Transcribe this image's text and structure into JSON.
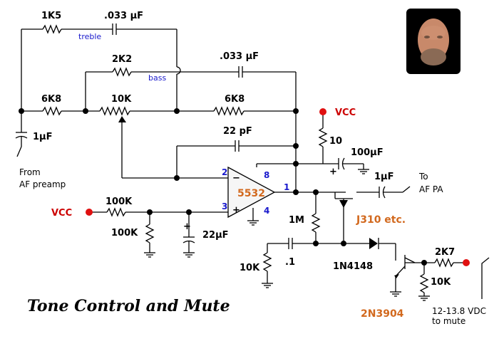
{
  "title": "Tone Control and Mute",
  "opamp": {
    "name": "5532",
    "pin_inv": "2",
    "pin_noninv": "3",
    "pin_out": "1",
    "pin_vplus": "8",
    "pin_vminus": "4",
    "minus_sign": "−",
    "plus_sign": "+"
  },
  "components": {
    "r_1k5": "1K5",
    "c_treble": ".033 µF",
    "treble_label": "treble",
    "r_2k2": "2K2",
    "bass_label": "bass",
    "c_bass": ".033 µF",
    "r_6k8_in": "6K8",
    "pot_10k": "10K",
    "r_6k8_fb": "6K8",
    "c_22pf": "22 pF",
    "c_input": "1µF",
    "r_vcc_bias": "100K",
    "r_gnd_bias": "100K",
    "c_22uf": "22µF",
    "r_10_supply": "10",
    "c_100uf": "100µF",
    "c_out": "1µF",
    "fet": "J310  etc.",
    "r_1m": "1M",
    "c_01": ".1",
    "r_10k_gnd": "10K",
    "diode": "1N4148",
    "transistor": "2N3904",
    "r_2k7": "2K7",
    "r_10k_mute": "10K"
  },
  "labels": {
    "vcc_top": "VCC",
    "vcc_left": "VCC",
    "from_line1": "From",
    "from_line2": "AF preamp",
    "to_line1": "To",
    "to_line2": "AF PA",
    "mute_line1": "12-13.8 VDC",
    "mute_line2": "to mute",
    "plus_100uf": "+",
    "plus_22uf": "+"
  },
  "colors": {
    "wire": "#000000",
    "vcc_dot": "#e01010",
    "pin_numbers": "#1a1acc",
    "part_highlight": "#d2691e",
    "opamp_fill": "#f6f6f6"
  }
}
